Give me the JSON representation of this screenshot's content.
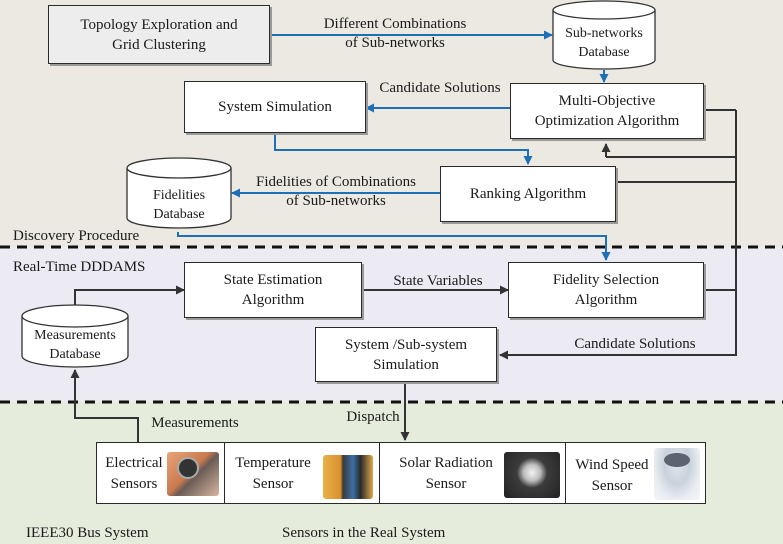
{
  "colors": {
    "discovery_band": "#ebe9e1",
    "realtime_band": "#eceaf2",
    "sensor_band": "#e6ecdc",
    "blue_arrow": "#1f6fb4",
    "dark_arrow": "#333333"
  },
  "boxes": {
    "topology": "Topology Exploration and\nGrid Clustering",
    "system_simulation": "System Simulation",
    "moo": "Multi-Objective\nOptimization Algorithm",
    "ranking": "Ranking Algorithm",
    "state_estimation": "State Estimation\nAlgorithm",
    "fidelity_selection": "Fidelity Selection\nAlgorithm",
    "subsystem_simulation": "System /Sub-system\nSimulation"
  },
  "databases": {
    "subnetworks": "Sub-networks\nDatabase",
    "fidelities": "Fidelities\nDatabase",
    "measurements": "Measurements\nDatabase"
  },
  "labels": {
    "different_combinations": "Different Combinations\nof Sub-networks",
    "candidate_solutions_top": "Candidate Solutions",
    "fidelities_of_combinations": "Fidelities of Combinations\nof Sub-networks",
    "discovery_procedure": "Discovery Procedure",
    "realtime_dddams": "Real-Time DDDAMS",
    "state_variables": "State Variables",
    "candidate_solutions_bottom": "Candidate Solutions",
    "measurements": "Measurements",
    "dispatch": "Dispatch",
    "ieee30": "IEEE30 Bus System",
    "sensors_real_system": "Sensors in the Real System"
  },
  "sensors": [
    {
      "label": "Electrical\nSensors",
      "icon": "electrical-sensor-photo"
    },
    {
      "label": "Temperature\nSensor",
      "icon": "temperature-sensor-photo"
    },
    {
      "label": "Solar Radiation\nSensor",
      "icon": "solar-radiation-sensor-photo"
    },
    {
      "label": "Wind Speed\nSensor",
      "icon": "wind-speed-sensor-photo"
    }
  ]
}
